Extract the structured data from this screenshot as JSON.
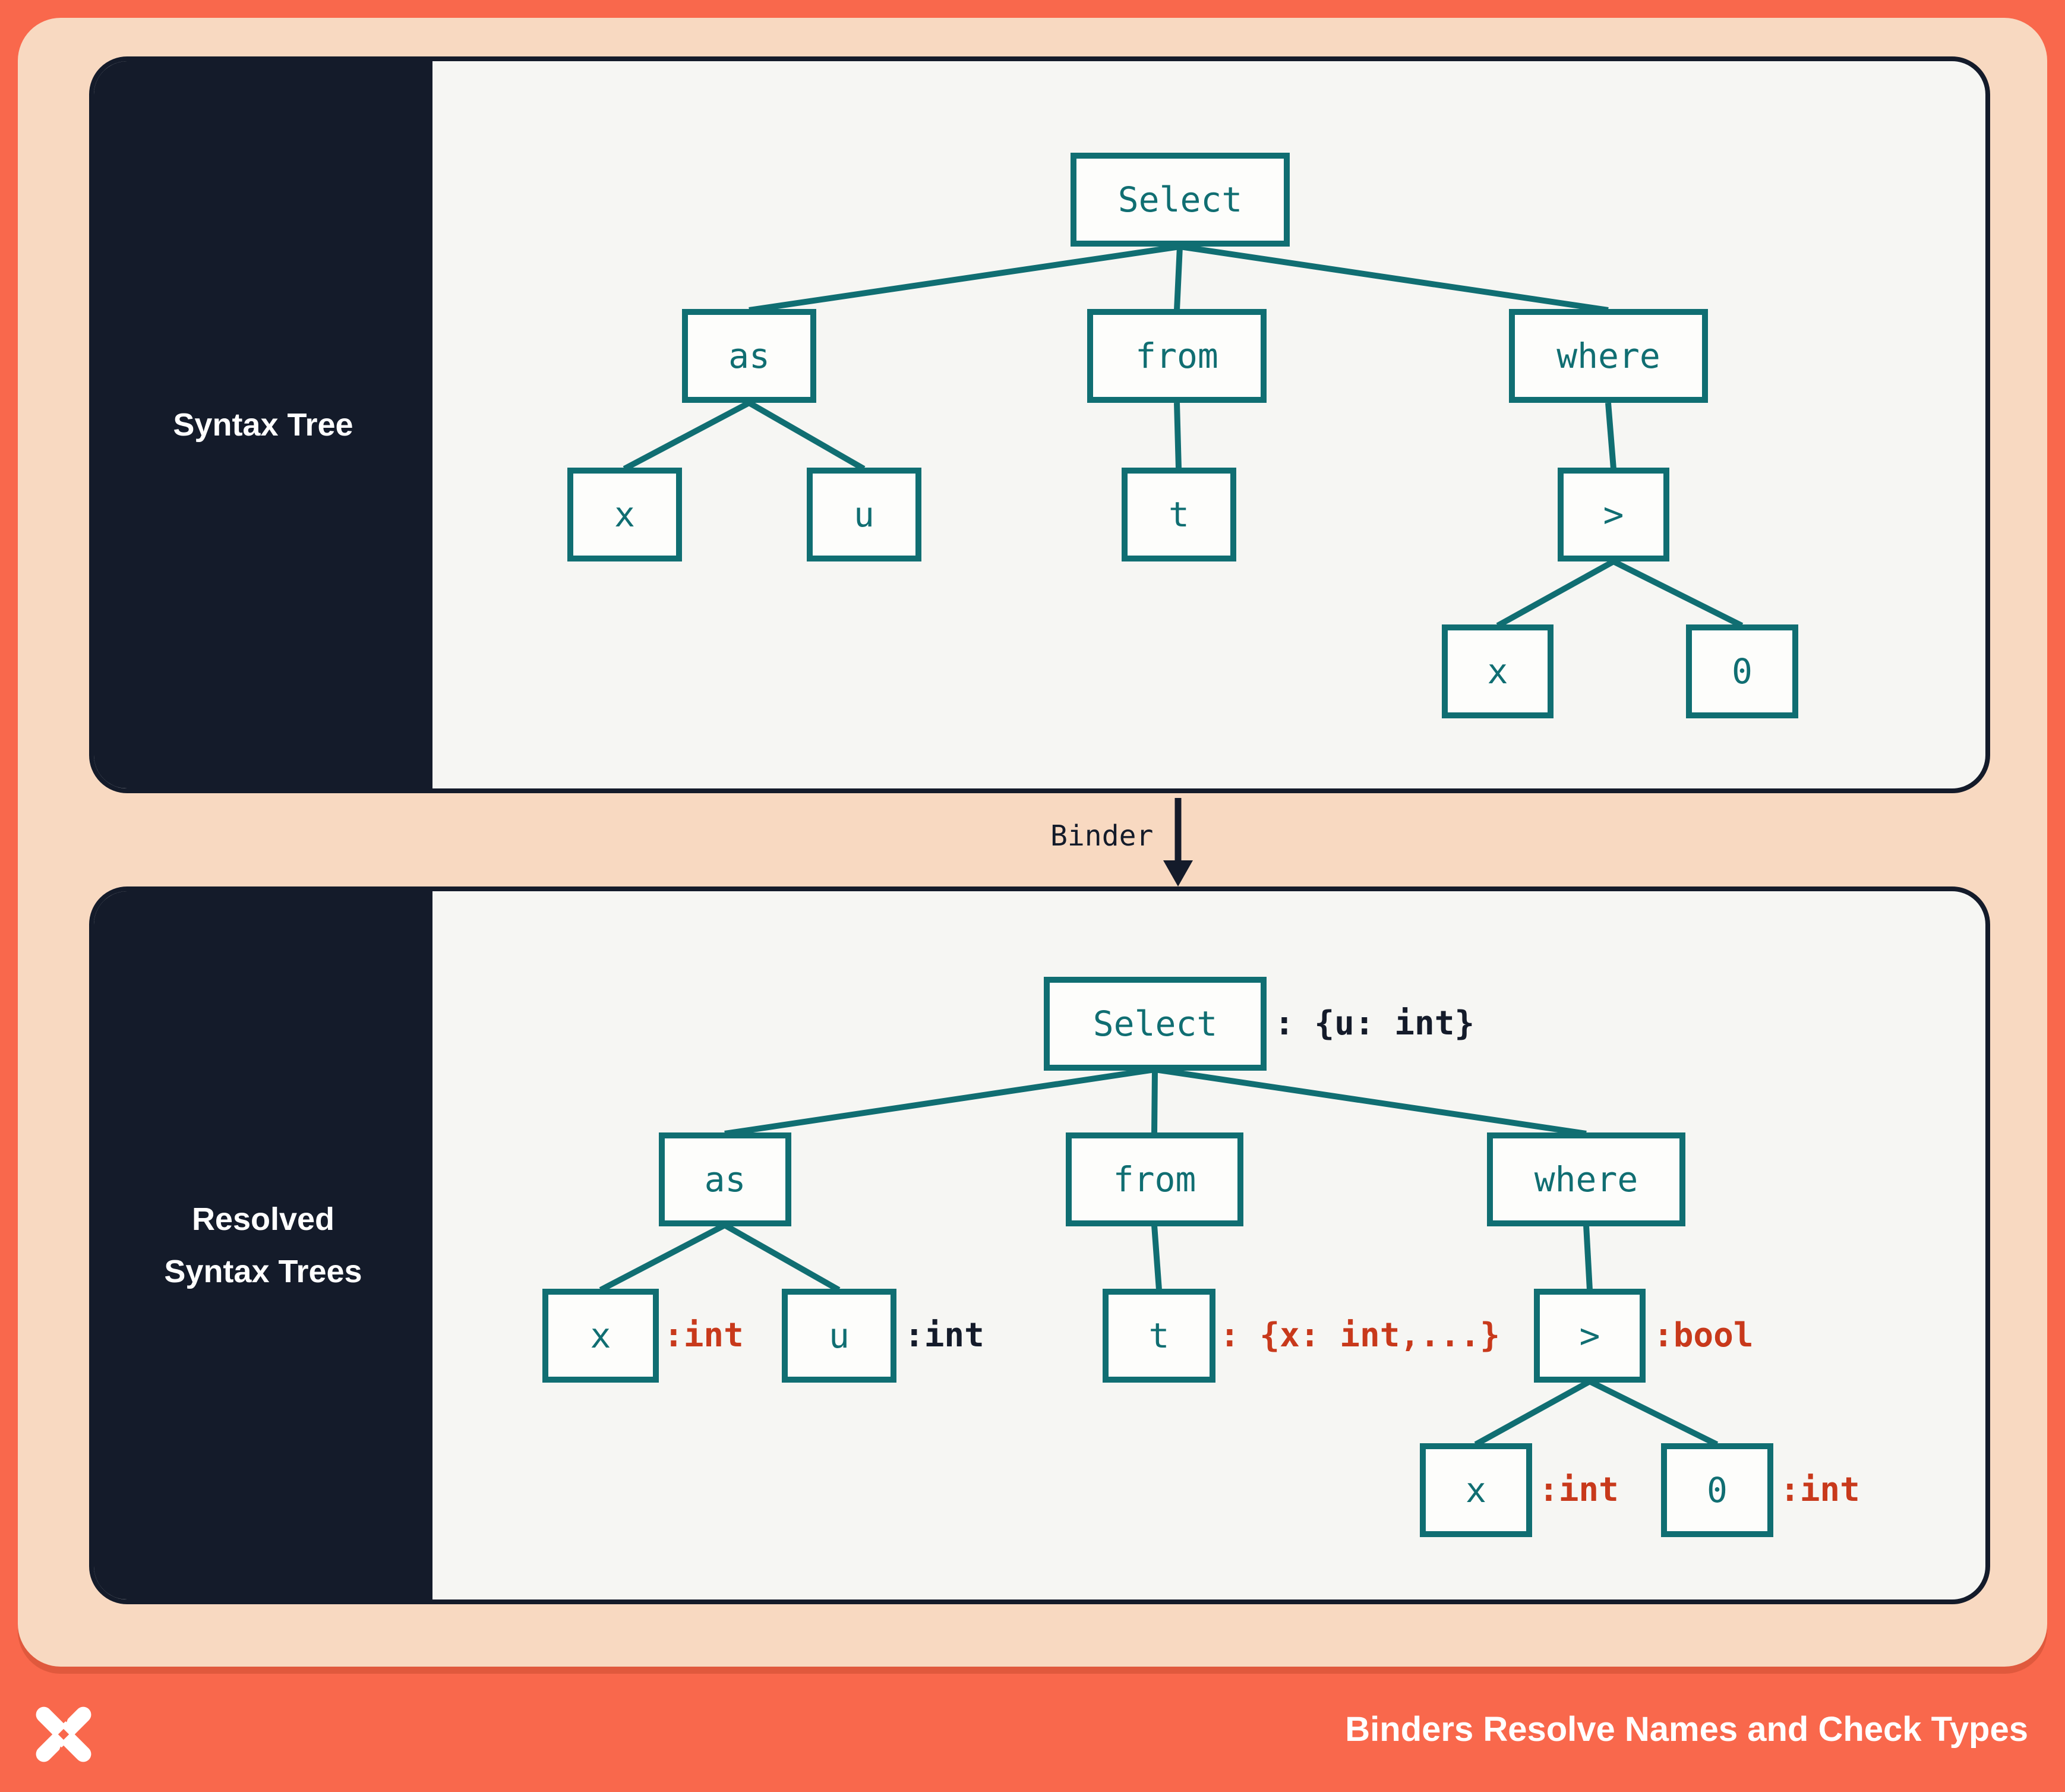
{
  "top_panel": {
    "sidebar_label": "Syntax Tree",
    "nodes": {
      "select": "Select",
      "as": "as",
      "from": "from",
      "where": "where",
      "x": "x",
      "u": "u",
      "t": "t",
      "gt": ">",
      "x2": "x",
      "zero": "0"
    }
  },
  "binder": {
    "label": "Binder"
  },
  "bottom_panel": {
    "sidebar_label_line1": "Resolved",
    "sidebar_label_line2": "Syntax Trees",
    "nodes": {
      "select": "Select",
      "as": "as",
      "from": "from",
      "where": "where",
      "x": "x",
      "u": "u",
      "t": "t",
      "gt": ">",
      "x2": "x",
      "zero": "0"
    },
    "types": {
      "select": ": {u: int}",
      "x": ":int",
      "u": ":int",
      "t": ": {x: int,...}",
      "gt": ":bool",
      "x2": ":int",
      "zero": ":int"
    }
  },
  "footer": {
    "title": "Binders Resolve Names and Check Types",
    "logo_icon": "pinwheel-x-logo"
  },
  "colors": {
    "background_orange": "#F9684C",
    "card_peach": "#F8D9C1",
    "panel_offwhite": "#F6F6F3",
    "ink_navy": "#141B2A",
    "node_teal": "#106E72",
    "type_red": "#C8391B"
  }
}
